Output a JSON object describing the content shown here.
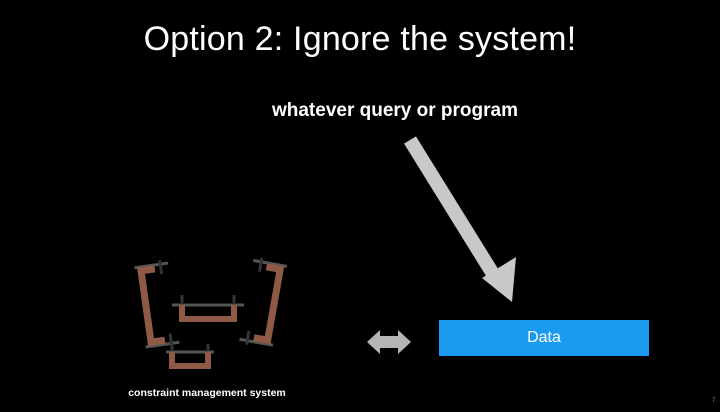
{
  "slide": {
    "title": "Option 2: Ignore the system!",
    "query_label": "whatever query or program",
    "data_label": "Data",
    "system_label": "constraint management system",
    "slide_number": "7"
  },
  "colors": {
    "background": "#000000",
    "data_box": "#1a9bf0",
    "arrow": "#c8c8c8",
    "double_arrow": "#b5b5b5",
    "clamp_copper": "#8f5a45",
    "clamp_metal": "#555555"
  },
  "icons": {
    "query_arrow": "down-right-arrow-icon",
    "exchange_arrow": "double-headed-arrow-icon",
    "clamps": "c-clamp-icon"
  }
}
